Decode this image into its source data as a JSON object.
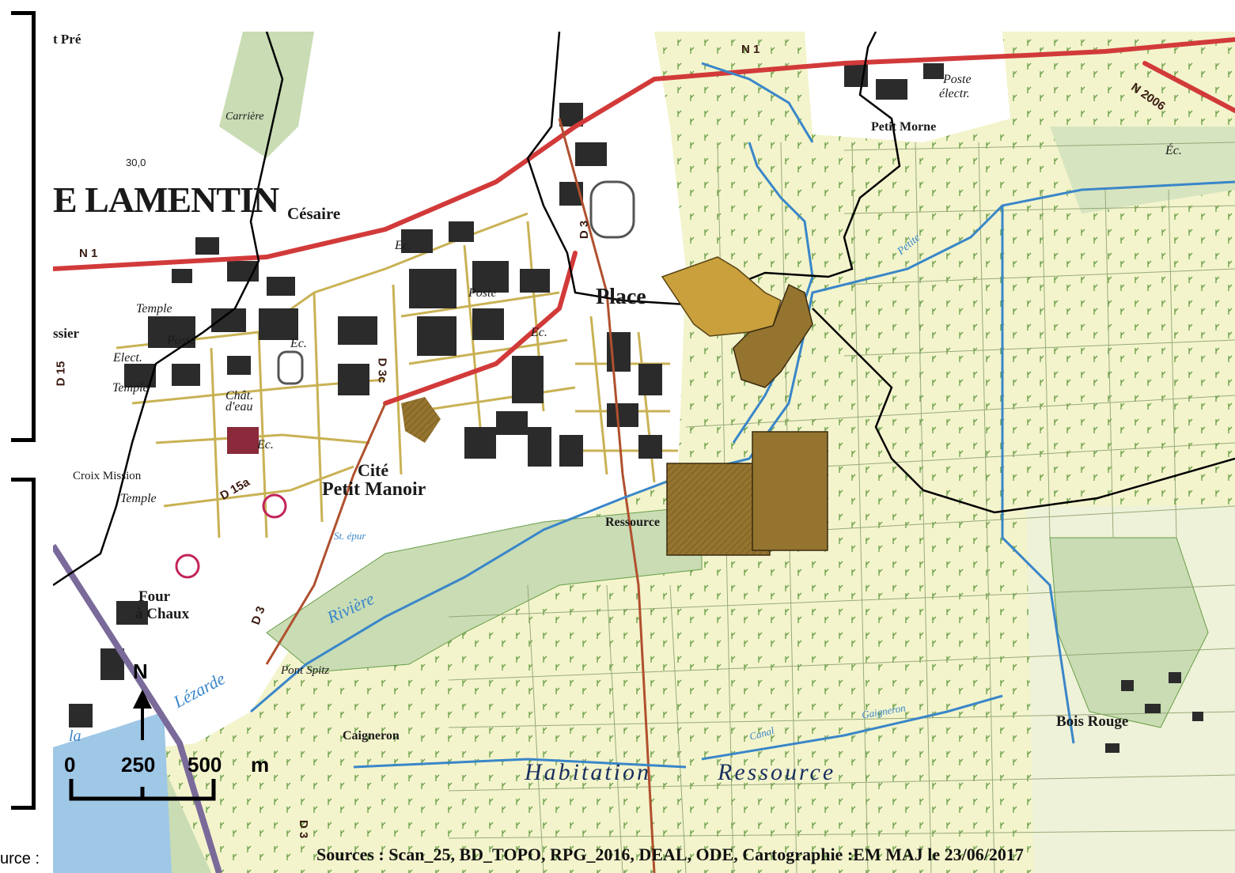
{
  "map": {
    "places": {
      "town": "E LAMENTIN",
      "cesaire": "Césaire",
      "place": "Place",
      "cite": "Cité",
      "petit_manoir": "Petit Manoir",
      "petit_morne": "Petit Morne",
      "poste_electr_1": "Poste",
      "poste_electr_2": "électr.",
      "temple_1": "Temple",
      "temple_2": "Temple",
      "temple_3": "Temple",
      "poste_1": "Poste",
      "poste_2": "Poste",
      "chat_deau": "Chât. d'eau",
      "ec_1": "Ec.",
      "ec_2": "Ec.",
      "ec_3": "Ec.",
      "ec_4": "Ec.",
      "ec_5": "Éc.",
      "ressource": "Ressource",
      "four_1": "Four",
      "four_2": "à Chaux",
      "pont_spitz": "Pont Spitz",
      "caigneron": "Caigneron",
      "habitation": "Habitation",
      "ressource_big": "Ressource",
      "bois_rouge": "Bois Rouge",
      "carriere": "Carrière",
      "croix_missio": "Croix Mission",
      "ssier": "ssier",
      "pre": "t Pré",
      "elec": "Elect.",
      "elevation": "30,0"
    },
    "rivers": {
      "lezarde": "Lézarde",
      "riviere": "Rivière",
      "la": "la",
      "gaigneron": "Gaigneron",
      "canal": "Canal",
      "petite": "Petite",
      "ct_epur": "St. épur"
    },
    "roads": {
      "n1_top": "N 1",
      "n1_left": "N 1",
      "n2006": "N 2006",
      "d3_a": "D 3",
      "d3_b": "D 3",
      "d3_c": "D 3",
      "d3c": "D 3c",
      "d15": "D 15",
      "d15a": "D 15a"
    },
    "north": "N",
    "scale": {
      "zero": "0",
      "mid": "250",
      "end": "500",
      "unit": "m"
    },
    "sources": "Sources : Scan_25, BD_TOPO, RPG_2016, DEAL, ODE, Cartographie :EM MAJ le 23/06/2017"
  },
  "page": {
    "source_label": "urce :"
  },
  "colors": {
    "land": "#f3f4cc",
    "urban": "#ffffff",
    "forest": "#c9dcb4",
    "water": "#3a86c8",
    "road_main": "#d23a3a",
    "road_secondary": "#c9b255",
    "building": "#2b2b2b",
    "parcel_light": "#c9a03c",
    "parcel_dark": "#94742f",
    "boundary": "#000000"
  }
}
